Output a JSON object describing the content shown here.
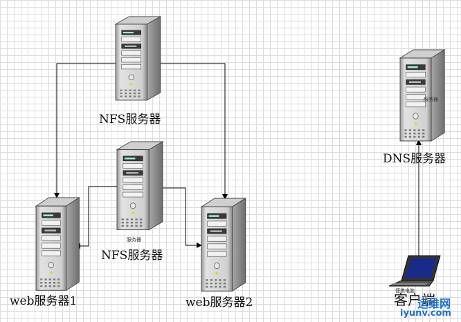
{
  "nodes": {
    "nfs_top": {
      "label": "NFS服务器"
    },
    "nfs_mid": {
      "label": "NFS服务器",
      "sublabel": "服务器"
    },
    "web1": {
      "label": "web服务器1"
    },
    "web2": {
      "label": "web服务器2"
    },
    "dns": {
      "label": "DNS服务器",
      "sublabel": "服务器"
    },
    "client": {
      "label": "客户端",
      "sublabel": "便携电脑"
    }
  },
  "watermark": {
    "text1": "运维网",
    "text2": "iyunv.com"
  },
  "colors": {
    "connector": "#000000",
    "server_body": "#d6d6d6",
    "screen": "#1a2a8a"
  }
}
